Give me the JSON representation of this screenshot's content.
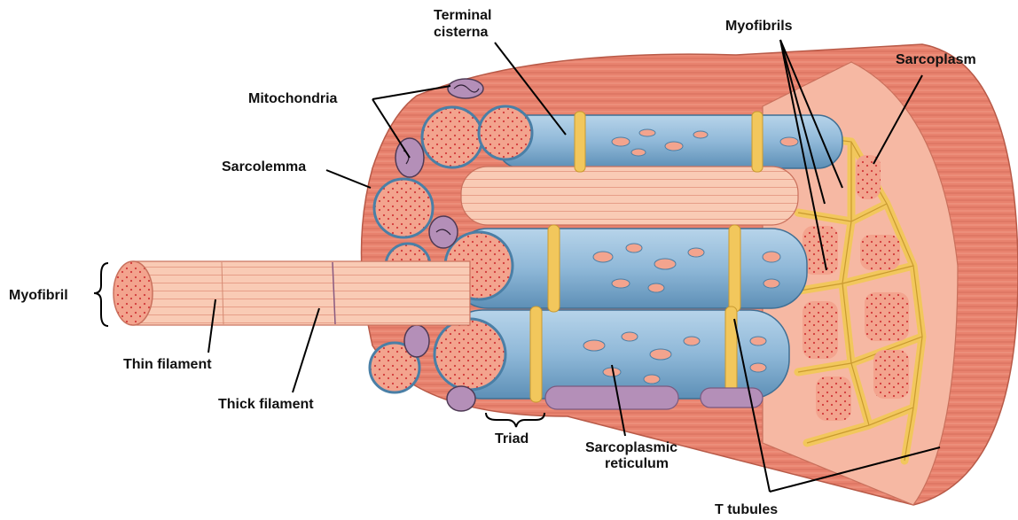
{
  "diagram": {
    "labels": {
      "terminal_cisterna": [
        "Terminal",
        "cisterna"
      ],
      "myofibrils": "Myofibrils",
      "sarcoplasm": "Sarcoplasm",
      "mitochondria": "Mitochondria",
      "sarcolemma": "Sarcolemma",
      "myofibril": "Myofibril",
      "thin_filament": "Thin filament",
      "thick_filament": "Thick filament",
      "triad": "Triad",
      "sarcoplasmic_reticulum": [
        "Sarcoplasmic",
        "reticulum"
      ],
      "t_tubules": "T tubules"
    },
    "colors": {
      "muscle": "#e8826e",
      "muscle_light": "#f6b8a3",
      "muscle_stripe": "#d66f5c",
      "sr_blue": "#8fb8d8",
      "sr_blue_dark": "#4a7fa6",
      "t_tubule": "#f2c75c",
      "mito_purple": "#b48fb8",
      "dot_red": "#d23a3a",
      "myofibril_pale": "#f9cbb5"
    }
  }
}
